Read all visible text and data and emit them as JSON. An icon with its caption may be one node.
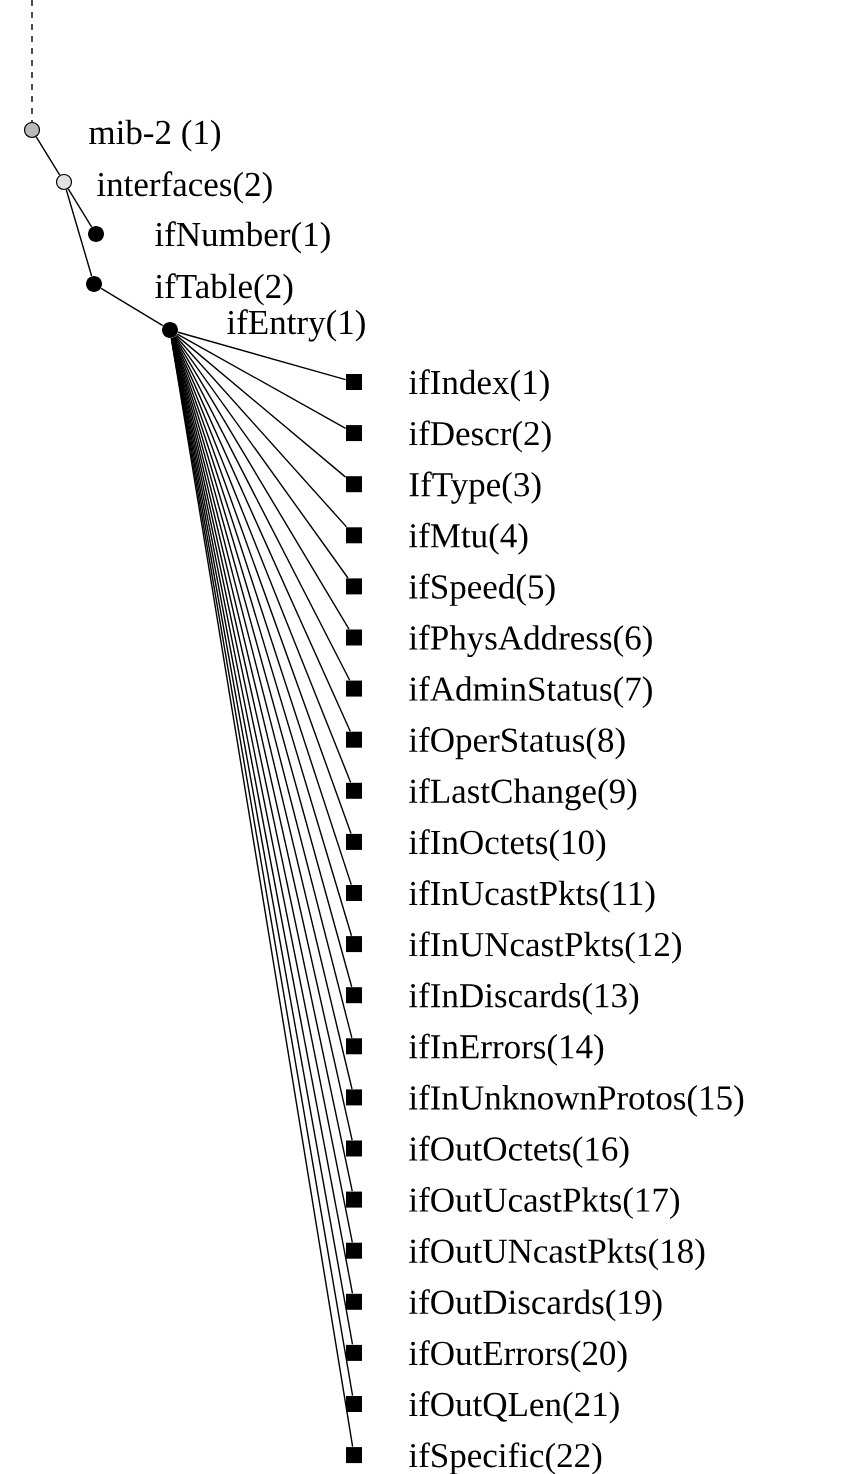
{
  "diagram": {
    "nodes": [
      {
        "text": [
          "mib-2 (1)"
        ]
      },
      {
        "text": [
          "interfaces(2)"
        ]
      },
      {
        "text": [
          "ifNumber(1)"
        ]
      },
      {
        "text": [
          "ifTable(2)"
        ]
      },
      {
        "text": [
          "ifEntry(1)"
        ]
      },
      {
        "text": [
          "ifIndex(1)"
        ]
      },
      {
        "text": [
          "ifDescr(2)"
        ]
      },
      {
        "text": [
          "IfType(3)"
        ]
      },
      {
        "text": [
          "ifMtu(4)"
        ]
      },
      {
        "text": [
          "ifSpeed(5)"
        ]
      },
      {
        "text": [
          "ifPhysAddress(6)"
        ]
      },
      {
        "text": [
          "ifAdminStatus(7)"
        ]
      },
      {
        "text": [
          "ifOperStatus(8)"
        ]
      },
      {
        "text": [
          "ifLastChange(9)"
        ]
      },
      {
        "text": [
          "ifInOctets(10)"
        ]
      },
      {
        "text": [
          "ifInUcastPkts(11)"
        ]
      },
      {
        "text": [
          "ifInUNcastPkts(12)"
        ]
      },
      {
        "text": [
          "ifInDiscards(13)"
        ]
      },
      {
        "text": [
          "ifInErrors(14)"
        ]
      },
      {
        "text": [
          "ifInUnknownProtos(15)"
        ]
      },
      {
        "text": [
          "ifOutOctets(16)"
        ]
      },
      {
        "text": [
          "ifOutUcastPkts(17)"
        ]
      },
      {
        "text": [
          "ifOutUNcastPkts(18)"
        ]
      },
      {
        "text": [
          "ifOutDiscards(19)"
        ]
      },
      {
        "text": [
          "ifOutErrors(20)"
        ]
      },
      {
        "text": [
          "ifOutQLen(21)"
        ]
      },
      {
        "text": [
          "ifSpecific(22)"
        ]
      }
    ],
    "edges": [
      {
        "from": null,
        "to": 0,
        "arrow": "none",
        "style": "dashed"
      },
      {
        "from": 0,
        "to": 1,
        "arrow": "none"
      },
      {
        "from": 1,
        "to": 2,
        "arrow": "none"
      },
      {
        "from": 1,
        "to": 3,
        "arrow": "none"
      },
      {
        "from": 3,
        "to": 4,
        "arrow": "none"
      },
      {
        "from": 4,
        "to": 5,
        "arrow": "none"
      },
      {
        "from": 4,
        "to": 6,
        "arrow": "none"
      },
      {
        "from": 4,
        "to": 7,
        "arrow": "none"
      },
      {
        "from": 4,
        "to": 8,
        "arrow": "none"
      },
      {
        "from": 4,
        "to": 9,
        "arrow": "none"
      },
      {
        "from": 4,
        "to": 10,
        "arrow": "none"
      },
      {
        "from": 4,
        "to": 11,
        "arrow": "none"
      },
      {
        "from": 4,
        "to": 12,
        "arrow": "none"
      },
      {
        "from": 4,
        "to": 13,
        "arrow": "none"
      },
      {
        "from": 4,
        "to": 14,
        "arrow": "none"
      },
      {
        "from": 4,
        "to": 15,
        "arrow": "none"
      },
      {
        "from": 4,
        "to": 16,
        "arrow": "none"
      },
      {
        "from": 4,
        "to": 17,
        "arrow": "none"
      },
      {
        "from": 4,
        "to": 18,
        "arrow": "none"
      },
      {
        "from": 4,
        "to": 19,
        "arrow": "none"
      },
      {
        "from": 4,
        "to": 20,
        "arrow": "none"
      },
      {
        "from": 4,
        "to": 21,
        "arrow": "none"
      },
      {
        "from": 4,
        "to": 22,
        "arrow": "none"
      },
      {
        "from": 4,
        "to": 23,
        "arrow": "none"
      },
      {
        "from": 4,
        "to": 24,
        "arrow": "none"
      },
      {
        "from": 4,
        "to": 25,
        "arrow": "none"
      },
      {
        "from": 4,
        "to": 26,
        "arrow": "none"
      }
    ]
  }
}
